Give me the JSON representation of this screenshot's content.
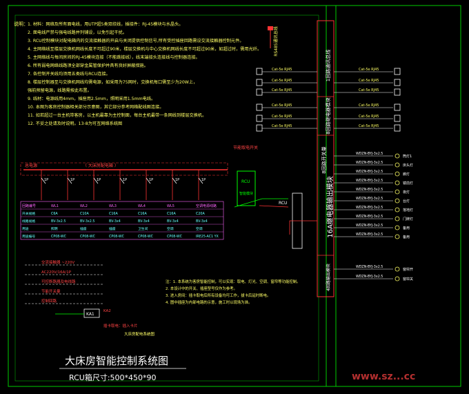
{
  "title": "大床房智能控制系统图",
  "subtitle": "RCU箱尺寸:500*450*90",
  "watermark": "www.sz...cc",
  "panel": {
    "comm_label": "RS485通讯总线",
    "bus_label": "1回路通讯总线",
    "module_label": "8回路继电器模块",
    "block_upper": "8回路开关量",
    "block_lower": "16A继电器输出模块",
    "block_bottom": "4回路输出模块",
    "left_label": "RCU",
    "socket_labels": [
      "Cat-5e RJ45",
      "Cat-5e RJ45",
      "Cat-5e RJ45",
      "Cat-5e RJ45",
      "Cat-5e RJ45",
      "Cat-5e RJ45"
    ],
    "circuit_rows": [
      "WDZN-BYJ-3x2.5",
      "WDZN-BYJ-3x2.5",
      "WDZN-BYJ-3x2.5",
      "WDZN-BYJ-3x2.5",
      "WDZN-BYJ-3x2.5",
      "WDZN-BYJ-3x2.5",
      "WDZN-BYJ-3x2.5",
      "WDZN-BYJ-3x2.5",
      "WDZN-BYJ-3x2.5",
      "WDZN-BYJ-3x2.5"
    ],
    "circuit_loads": [
      "筒灯1",
      "床头灯",
      "廊灯",
      "镜前灯",
      "夜灯",
      "台灯",
      "落地灯",
      "门牌灯",
      "备用",
      "备用"
    ],
    "bottom_rows": [
      "WDZN-BYJ-3x2.5",
      "WDZN-BYJ-3x2.5"
    ],
    "bottom_loads": [
      "窗帘开",
      "窗帘关"
    ]
  },
  "notes": {
    "heading": "说明：",
    "lines": [
      "1. 材料：网络及所有面电线，用UTP超5类双绞线，插接件：RJ-45模块与水晶头。",
      "2. 面电线严禁与强电线路并列铺设，以免引起干扰。",
      "3. RCU控制模块对配电箱内的交流接触器的开启与关闭提供控制信号,所有受控插座回路需设交流接触器控制元件。",
      "4. 主网络线至楼层交换机网线长度不可超过90米，楼层交换机与中心交换机网线长度不可超过90米，如超过时，需用光纤。",
      "5. 主网络线与每间房间的RJ-45模块连接（不能跳接线），线末端接头连接线与控制器连接。",
      "6. 所有弱电网络线路须全部穿金属管保护并具有良好屏蔽措施。",
      "7. 各控制开关线均须用五类线与RCU连接。",
      "8. 楼层控制器至与交换机网线均需电源，如采用为75网时，交换机每口需至少为20W上，",
      "   强前预留电源，线路需按此布置。",
      "9. 线材：电源线用4mm，插座用2.5mm，照明采用1.5mm电线。",
      "10. 本图为客房控制器相关部分示意图，其它部分参考网络配线图连接。",
      "11. 如若超过一台主机带客房，以主机最靠为主控制面，每台主机最带一条网线到楼层交换机。",
      "12. 不妥之处请及时说明。13-8为可互网络系统图"
    ]
  },
  "left_diagram": {
    "bar_label": "总电源",
    "top_label": "（ 大床房配电箱 ）",
    "side_label": "节能取电开关",
    "rcu_label": "RCU",
    "rcu_sub": "智能模块",
    "breakers": [
      "1P",
      "1P",
      "1P",
      "1P",
      "1P",
      "1P",
      "1P"
    ],
    "table_header": [
      "回路编号",
      "WL1",
      "WL2",
      "WL3",
      "WL4",
      "WL5",
      "空调电源线路"
    ],
    "table_rows": [
      [
        "开关规格",
        "C6A",
        "C10A",
        "C16A",
        "C16A",
        "C16A",
        "C20A"
      ],
      [
        "线路规格",
        "BV-3x2.5",
        "BV-3x2.5",
        "BV-3x4",
        "BV-3x4",
        "BV-3x4",
        "BV-3x4"
      ],
      [
        "用途",
        "照明",
        "插座",
        "插座",
        "卫生间",
        "空调",
        "空调"
      ],
      [
        "用途编号",
        "CP08-WC",
        "CP08-WC",
        "CP08-WC",
        "CP08-WC",
        "CP08-WC",
        "IRE25-AC1 YX"
      ]
    ]
  },
  "legend": {
    "items": [
      "交流接触器 ~220V",
      "AC220V/16A/1P",
      "可控断路器及电线路",
      "节能开关量",
      "控制回路"
    ],
    "notes": [
      "注：1. 本系统为客房智能控制，可以实现：取电、灯光、空调、窗帘等功能控制。",
      "2. 本设计中的开关、插座型号仅作为参考。",
      "3. 进入房间：插卡取电后所有设备均可工作，拔卡后延时断电。",
      "4. 图中插座为内部电路的示意，施工时以现场为准。"
    ],
    "ka": "KA1",
    "ka2": "KA2",
    "ka_note": "插卡取电：插入卡片",
    "bottom_label": "大床房配电系统图"
  }
}
